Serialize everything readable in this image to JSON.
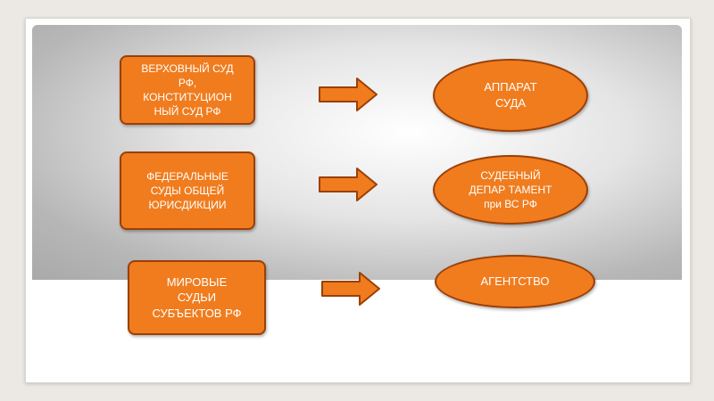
{
  "rows": [
    {
      "source": "ВЕРХОВНЫЙ СУД\nРФ,\nКОНСТИТУЦИОН\nНЫЙ СУД РФ",
      "target": "АППАРАТ\nСУДА"
    },
    {
      "source": "ФЕДЕРАЛЬНЫЕ\nСУДЫ  ОБЩЕЙ\nЮРИСДИКЦИИ",
      "target": "СУДЕБНЫЙ\nДЕПАР ТАМЕНТ\nпри ВС РФ"
    },
    {
      "source": "МИРОВЫЕ\nСУДЬИ\nСУБЪЕКТОВ РФ",
      "target": "АГЕНТСТВО"
    }
  ],
  "colors": {
    "node_fill": "#f07c1e",
    "node_border": "#9b3f08",
    "node_text": "#ffffff",
    "arrow_fill": "#f07c1e",
    "arrow_border": "#9b3f08"
  },
  "icons": {
    "connector": "right-arrow-icon"
  }
}
